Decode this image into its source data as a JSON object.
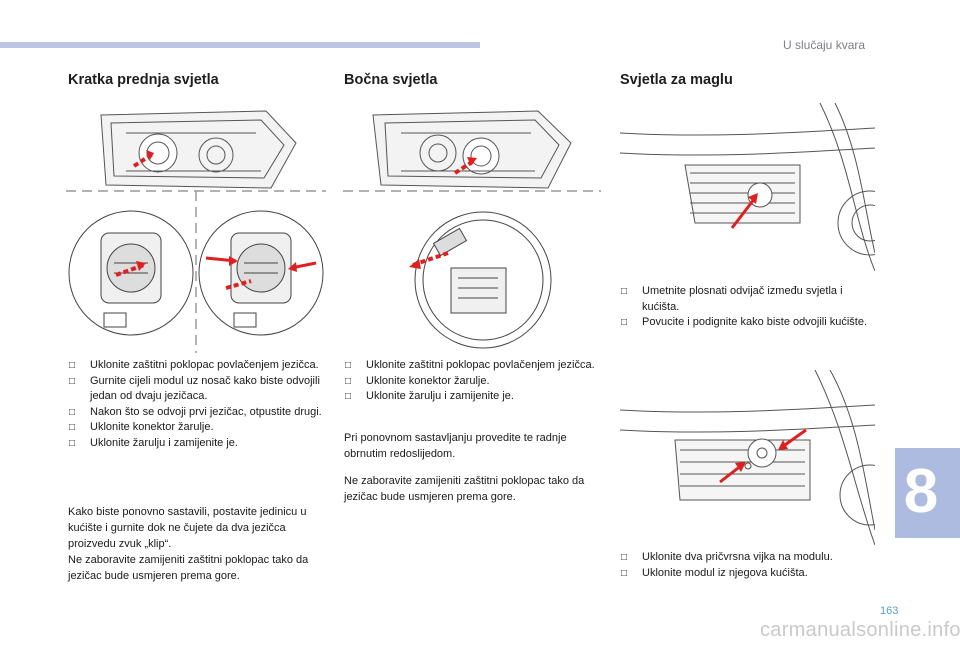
{
  "header": {
    "chapter_title": "U slučaju kvara",
    "chapter_number": "8",
    "page_number": "163"
  },
  "watermark": "carmanualsonline.info",
  "sections": [
    {
      "title": "Kratka prednja svjetla",
      "steps": [
        "Uklonite zaštitni poklopac povlačenjem jezičca.",
        "Gurnite cijeli modul uz nosač kako biste odvojili jedan od dvaju jezičaca.",
        "Nakon što se odvoji prvi jezičac, otpustite drugi.",
        "Uklonite konektor žarulje.",
        "Uklonite žarulju i zamijenite je."
      ],
      "note": "Kako biste ponovno sastavili, postavite jedinicu u kućište i gurnite dok ne čujete da dva jezičca proizvedu zvuk „klip“.",
      "note2": "Ne zaboravite zamijeniti zaštitni poklopac tako da jezičac bude usmjeren prema gore."
    },
    {
      "title": "Bočna svjetla",
      "steps": [
        "Uklonite zaštitni poklopac povlačenjem jezičca.",
        "Uklonite konektor žarulje.",
        "Uklonite žarulju i zamijenite je."
      ],
      "note": "Pri ponovnom sastavljanju provedite te radnje obrnutim redoslijedom.",
      "note2": "Ne zaboravite zamijeniti zaštitni poklopac tako da jezičac bude usmjeren prema gore."
    },
    {
      "title": "Svjetla za maglu",
      "steps_a": [
        "Umetnite plosnati odvijač između svjetla i kućišta.",
        "Povucite i podignite kako biste odvojili kućište."
      ],
      "steps_b": [
        "Uklonite dva pričvrsna vijka na modulu.",
        "Uklonite modul iz njegova kućišta."
      ]
    }
  ],
  "icons": {
    "bullet": "checkbox-icon",
    "arrow_color": "#e02020"
  }
}
